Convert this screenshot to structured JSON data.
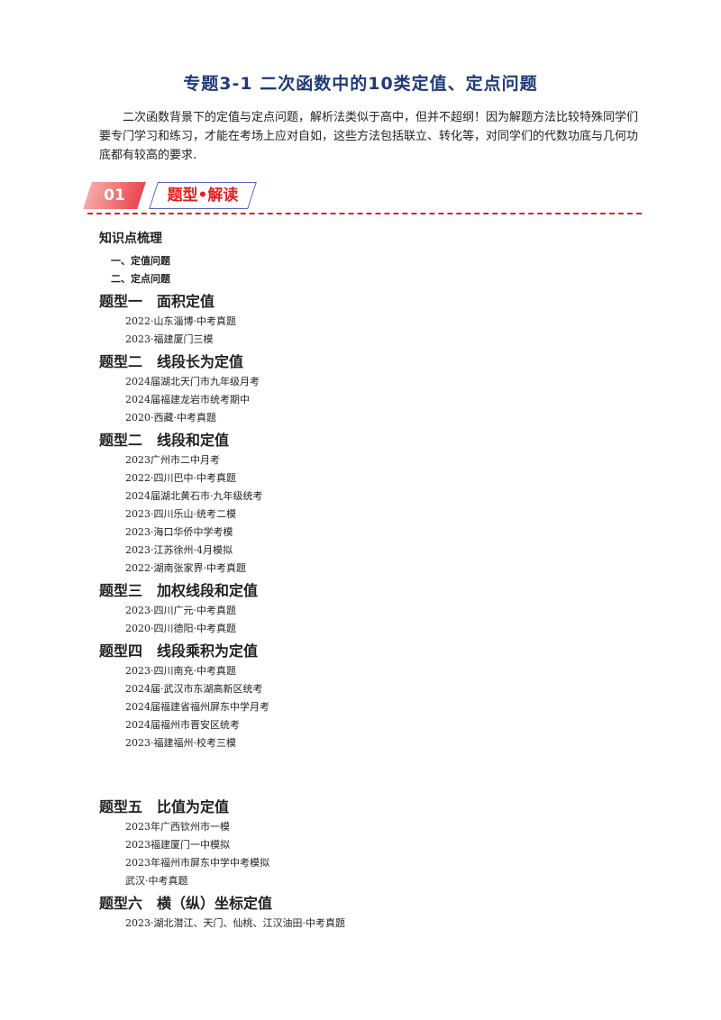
{
  "doc": {
    "title": "专题3-1  二次函数中的10类定值、定点问题",
    "intro": "二次函数背景下的定值与定点问题，解析法类似于高中，但并不超纲！因为解题方法比较特殊同学们要专门学习和练习，才能在考场上应对自如，这些方法包括联立、转化等，对同学们的代数功底与几何功底都有较高的要求."
  },
  "banner": {
    "number": "01",
    "label": "题型•解读",
    "accent_color": "#e02020",
    "number_bg": "#e8474c"
  },
  "knowledge": {
    "heading": "知识点梳理",
    "items": [
      "一、定值问题",
      "二、定点问题"
    ]
  },
  "types": [
    {
      "prefix": "题型一",
      "name": "面积定值",
      "items": [
        "2022·山东淄博·中考真题",
        "2023·福建厦门三模"
      ]
    },
    {
      "prefix": "题型二",
      "name": "线段长为定值",
      "items": [
        "2024届湖北天门市九年级月考",
        "2024届福建龙岩市统考期中",
        "2020·西藏·中考真题"
      ]
    },
    {
      "prefix": "题型二",
      "name": "线段和定值",
      "items": [
        "2023广州市二中月考",
        "2022·四川巴中·中考真题",
        "2024届湖北黄石市·九年级统考",
        "2023·四川乐山·统考二模",
        "2023·海口华侨中学考模",
        "2023·江苏徐州·4月模拟",
        "2022·湖南张家界·中考真题"
      ]
    },
    {
      "prefix": "题型三",
      "name": "加权线段和定值",
      "items": [
        "2023·四川广元·中考真题",
        "2020·四川德阳·中考真题"
      ]
    },
    {
      "prefix": "题型四",
      "name": "线段乘积为定值",
      "items": [
        "2023·四川南充·中考真题",
        "2024届·武汉市东湖高新区统考",
        "2024届福建省福州屏东中学月考",
        "2024届福州市晋安区统考",
        "2023·福建福州·校考三模"
      ]
    },
    {
      "prefix": "题型五",
      "name": "比值为定值",
      "items": [
        "2023年广西钦州市一模",
        "2023福建厦门一中模拟",
        "2023年福州市屏东中学中考模拟",
        "武汉·中考真题"
      ]
    },
    {
      "prefix": "题型六",
      "name": "横（纵）坐标定值",
      "items": [
        "2023·湖北潜江、天门、仙桃、江汉油田·中考真题"
      ]
    }
  ]
}
